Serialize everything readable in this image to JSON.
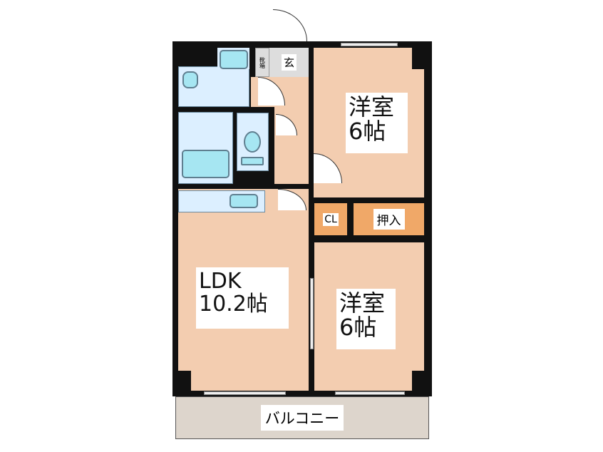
{
  "rooms": {
    "genkan": "玄",
    "shoe_box": "靴箱",
    "western_room_1": {
      "name": "洋室",
      "size": "6帖"
    },
    "closet": "CL",
    "oshiire": "押入",
    "ldk": {
      "name": "LDK",
      "size": "10.2帖"
    },
    "western_room_2": {
      "name": "洋室",
      "size": "6帖"
    },
    "balcony": "バルコニー"
  },
  "colors": {
    "room": "#f3cdb0",
    "wet_area": "#dcefff",
    "fixture": "#a6e6f2",
    "oshiire": "#f0a868",
    "balcony": "#ddd5cc",
    "wall": "#111111"
  }
}
